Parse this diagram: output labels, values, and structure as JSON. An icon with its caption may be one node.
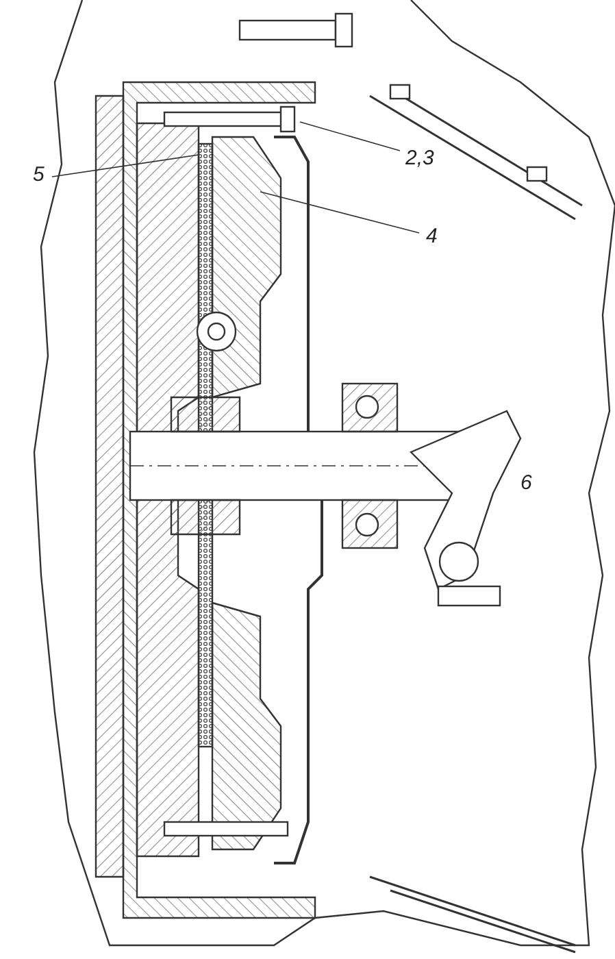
{
  "diagram": {
    "nodes": [
      {
        "text": [
          "5"
        ]
      },
      {
        "text": [
          "2,3"
        ]
      },
      {
        "text": [
          "4"
        ]
      }
    ],
    "edges": [
      {
        "from": 0,
        "to": null,
        "arrow": "none"
      },
      {
        "from": 1,
        "to": null,
        "arrow": "none"
      },
      {
        "from": 2,
        "to": null,
        "arrow": "none"
      }
    ],
    "labels": [
      "6"
    ]
  }
}
